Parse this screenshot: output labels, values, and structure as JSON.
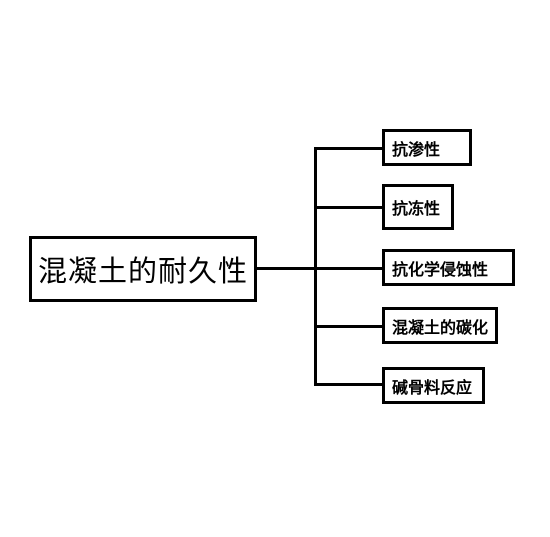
{
  "root": {
    "label": "混凝土的耐久性"
  },
  "children": [
    {
      "label": "抗渗性"
    },
    {
      "label": "抗冻性"
    },
    {
      "label": "抗化学侵蚀性"
    },
    {
      "label": "混凝土的碳化"
    },
    {
      "label": "碱骨料反应"
    }
  ]
}
